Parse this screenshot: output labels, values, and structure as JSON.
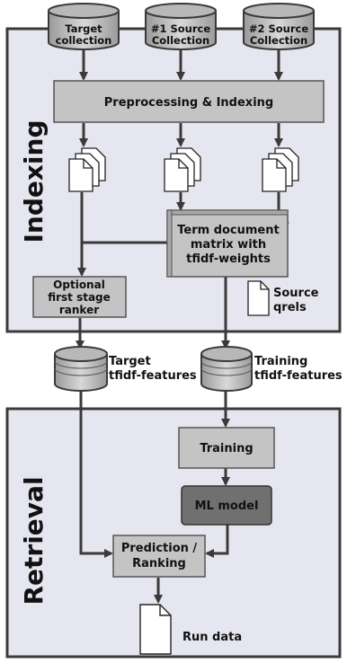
{
  "sections": {
    "indexing": {
      "label": "Indexing"
    },
    "retrieval": {
      "label": "Retrieval"
    }
  },
  "collections": [
    {
      "lines": [
        "Target",
        "collection"
      ]
    },
    {
      "lines": [
        "#1 Source",
        "Collection"
      ]
    },
    {
      "lines": [
        "#2 Source",
        "Collection"
      ]
    }
  ],
  "boxes": {
    "preprocessing": {
      "lines": [
        "Preprocessing & Indexing"
      ]
    },
    "term_matrix": {
      "lines": [
        "Term document",
        "matrix with",
        "tfidf-weights"
      ]
    },
    "first_stage": {
      "lines": [
        "Optional",
        "first stage",
        "ranker"
      ]
    },
    "training": {
      "lines": [
        "Training"
      ]
    },
    "ml_model": {
      "lines": [
        "ML model"
      ]
    },
    "prediction": {
      "lines": [
        "Prediction /",
        "Ranking"
      ]
    }
  },
  "documents": {
    "source_qrels": {
      "lines": [
        "Source",
        "qrels"
      ]
    },
    "run_data": {
      "lines": [
        "Run data"
      ]
    }
  },
  "feature_stores": {
    "target": {
      "lines": [
        "Target",
        "tfidf-features"
      ]
    },
    "training": {
      "lines": [
        "Training",
        "tfidf-features"
      ]
    }
  },
  "colors": {
    "panel": "#e6e6f0",
    "box": "#c4c4c4",
    "dark_box": "#707070",
    "arrow": "#3a3a3a"
  }
}
